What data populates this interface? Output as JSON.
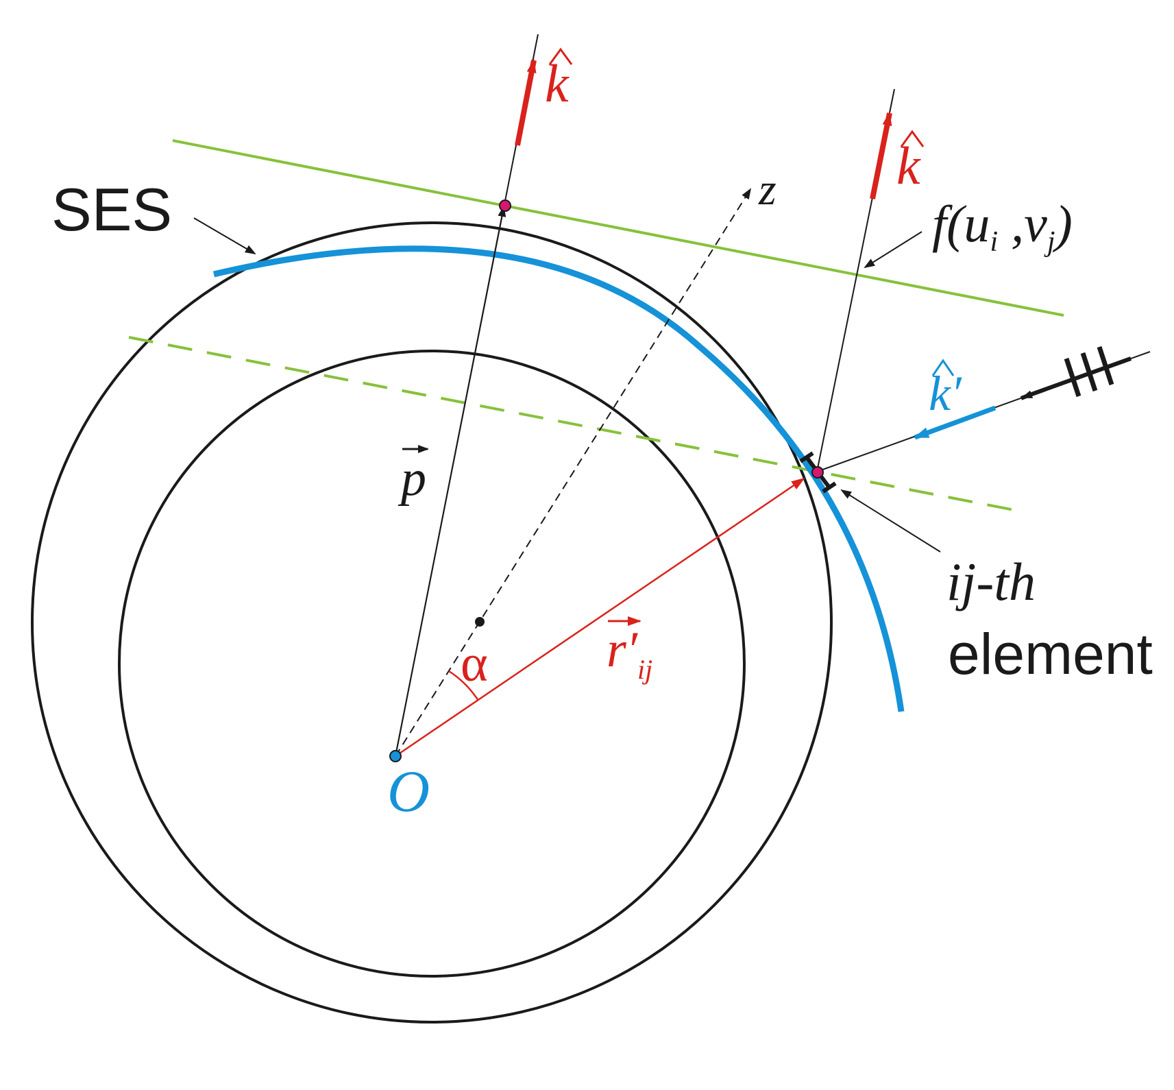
{
  "labels": {
    "ses": "SES",
    "k_hat": "k",
    "k_prime": "k′",
    "z_axis": "z",
    "f_func": "f(u",
    "f_sub_i": "i",
    "f_comma_v": " ,v",
    "f_sub_j": "j",
    "f_close": ")",
    "p_vec": "p",
    "alpha": "α",
    "r_vec": "r′",
    "r_sub": "ij",
    "origin": "O",
    "element_line1": "ij-th",
    "element_line2": "element"
  },
  "colors": {
    "black": "#1a1a1a",
    "red": "#d9221c",
    "blue": "#1592d8",
    "green": "#86c13b",
    "magenta": "#d6186e"
  }
}
